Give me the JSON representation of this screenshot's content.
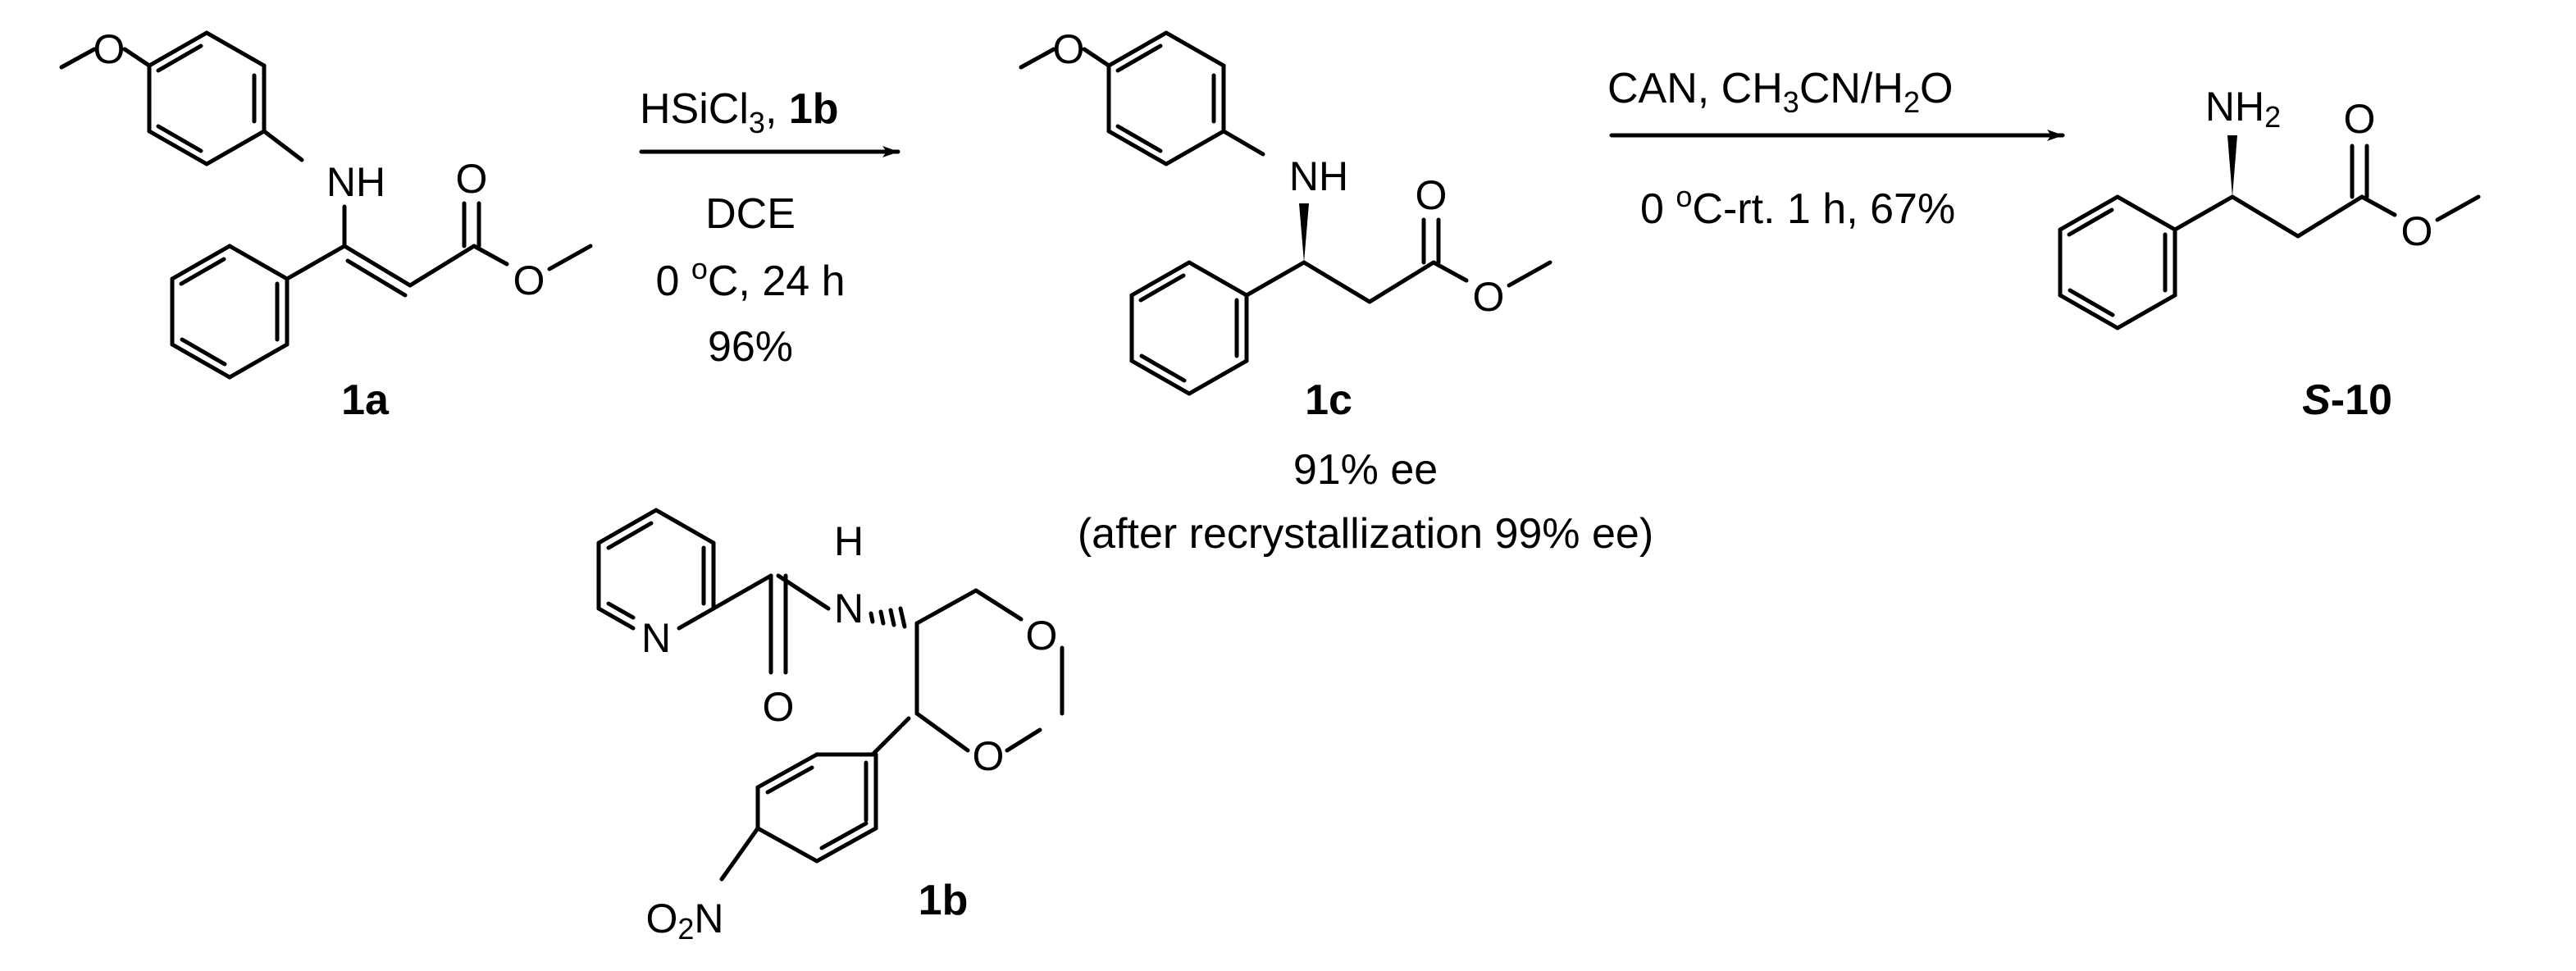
{
  "compounds": {
    "c1a": {
      "label": "1a",
      "nh": "NH",
      "o_carbonyl": "O",
      "o_ester": "O",
      "o_methoxy": "O"
    },
    "c1c": {
      "label": "1c",
      "nh": "NH",
      "o_carbonyl": "O",
      "o_ester": "O",
      "o_methoxy": "O",
      "ee": "91% ee",
      "ee_recryst": "(after  recrystallization 99% ee)"
    },
    "s10": {
      "label_prefix": "S",
      "label_suffix": "-10",
      "nh2_n": "NH",
      "nh2_sub": "2",
      "o_carbonyl": "O",
      "o_ester": "O"
    },
    "c1b": {
      "label": "1b",
      "n_pyridine": "N",
      "h": "H",
      "n_amide": "N",
      "o_amide": "O",
      "o_ring1": "O",
      "o_ring2": "O",
      "o2n_o": "O",
      "o2n_sub": "2",
      "o2n_n": "N"
    }
  },
  "step1": {
    "reagent": "HSiCl",
    "reagent_sub": "3",
    "reagent_comma": ", ",
    "reagent_cat": "1b",
    "solvent": "DCE",
    "temp_zero": "0 ",
    "temp_deg": "o",
    "temp_rest": "C, 24 h",
    "yield": "96%"
  },
  "step2": {
    "reagent_a": "CAN, CH",
    "reagent_sub1": "3",
    "reagent_b": "CN/H",
    "reagent_sub2": "2",
    "reagent_c": "O",
    "cond_zero": "0 ",
    "cond_deg": "o",
    "cond_rest": "C-rt. 1 h, 67%"
  }
}
